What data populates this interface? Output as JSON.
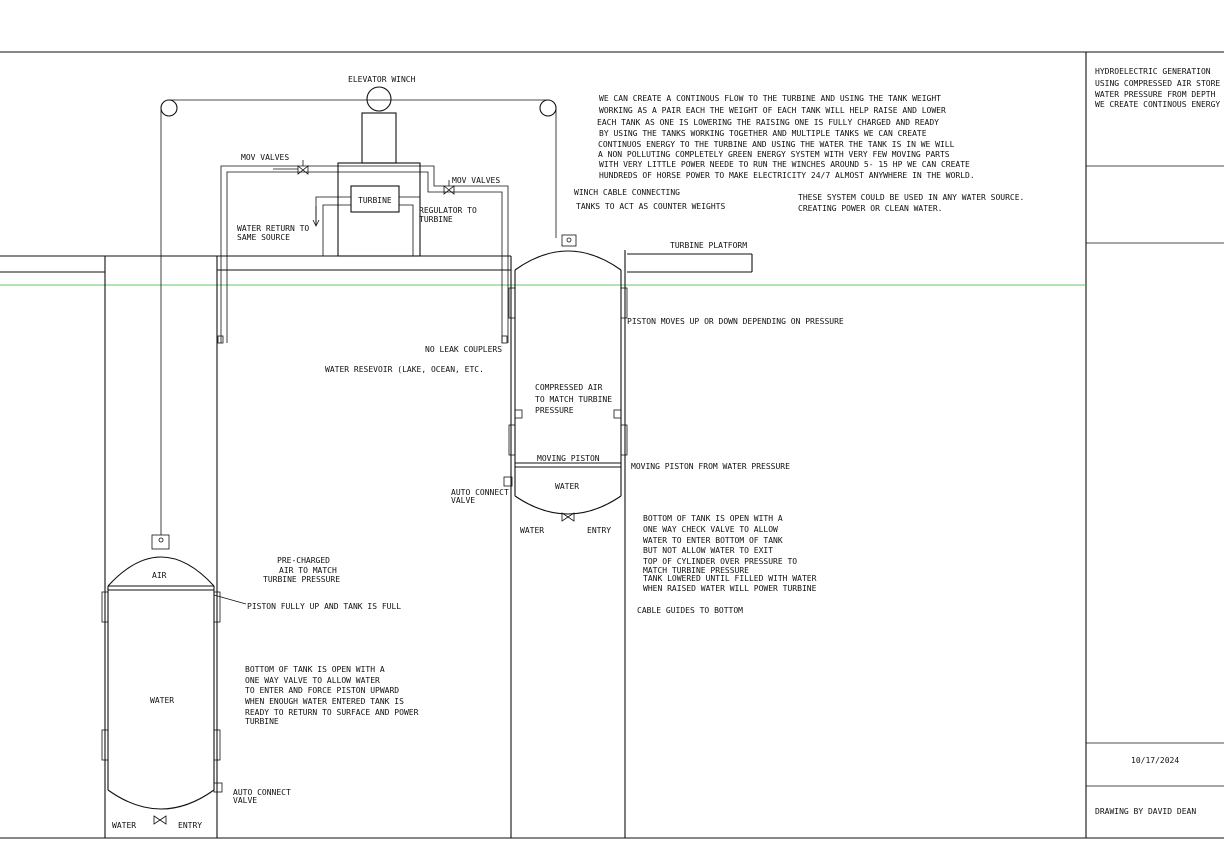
{
  "title_block": {
    "title_lines": [
      "HYDROELECTRIC GENERATION",
      "USING COMPRESSED AIR STORE",
      "WATER PRESSURE FROM DEPTH",
      "WE CREATE CONTINOUS ENERGY"
    ],
    "date": "10/17/2024",
    "drawn_by": "DRAWING BY DAVID DEAN"
  },
  "labels": {
    "elevator_winch": "ELEVATOR WINCH",
    "mov_valves_left": "MOV VALVES",
    "mov_valves_right": "MOV VALVES",
    "turbine": "TURBINE",
    "regulator": [
      "REGULATOR TO",
      "TURBINE"
    ],
    "water_return": [
      "WATER RETURN TO",
      "SAME SOURCE"
    ],
    "winch_cable": [
      "WINCH CABLE CONNECTING",
      "TANKS TO ACT AS COUNTER WEIGHTS"
    ],
    "turbine_platform": "TURBINE PLATFORM",
    "no_leak_couplers": "NO LEAK COUPLERS",
    "reservoir": "WATER RESEVOIR (LAKE, OCEAN, ETC.",
    "piston_moves": "PISTON MOVES UP OR DOWN DEPENDING ON PRESSURE",
    "compressed_air": [
      "COMPRESSED AIR",
      "TO MATCH TURBINE",
      "PRESSURE"
    ],
    "moving_piston": "MOVING PISTON",
    "moving_piston_from": "MOVING PISTON FROM WATER PRESSURE",
    "water_right": "WATER",
    "auto_connect_right": [
      "AUTO CONNECT",
      "VALVE"
    ],
    "water_entry_right": [
      "WATER",
      "ENTRY"
    ],
    "bottom_right_note": [
      "BOTTOM OF TANK IS OPEN WITH A",
      "ONE WAY CHECK VALVE TO ALLOW",
      "WATER TO ENTER BOTTOM OF TANK",
      "BUT NOT ALLOW WATER TO EXIT",
      "TOP OF CYLINDER OVER PRESSURE TO",
      "MATCH TURBINE PRESSURE",
      "TANK LOWERED UNTIL FILLED WITH WATER",
      "WHEN RAISED WATER WILL POWER TURBINE"
    ],
    "cable_guides": "CABLE GUIDES TO BOTTOM",
    "precharged": [
      "PRE-CHARGED",
      "AIR TO MATCH",
      "TURBINE PRESSURE"
    ],
    "air_left": "AIR",
    "piston_full": "PISTON FULLY UP AND TANK IS FULL",
    "water_left": "WATER",
    "bottom_left_note": [
      "BOTTOM OF TANK IS OPEN WITH A",
      "ONE WAY VALVE TO ALLOW WATER",
      "TO ENTER AND FORCE PISTON UPWARD",
      "WHEN ENOUGH WATER ENTERED TANK IS",
      "READY TO RETURN TO SURFACE AND POWER",
      "TURBINE"
    ],
    "auto_connect_left": [
      "AUTO CONNECT",
      "VALVE"
    ],
    "water_entry_left": [
      "WATER",
      "ENTRY"
    ],
    "top_note": [
      "WE CAN CREATE A CONTINOUS FLOW TO THE TURBINE AND USING THE TANK WEIGHT",
      "WORKING AS A PAIR EACH THE WEIGHT OF EACH TANK WILL HELP RAISE AND LOWER",
      "EACH TANK AS ONE IS LOWERING THE RAISING ONE IS FULLY CHARGED AND READY",
      "BY USING THE TANKS WORKING TOGETHER AND MULTIPLE TANKS WE CAN CREATE",
      "CONTINUOS ENERGY TO THE TURBINE AND USING THE WATER THE TANK IS IN WE WILL",
      "A NON POLLUTING COMPLETELY GREEN ENERGY SYSTEM WITH VERY FEW MOVING PARTS",
      "WITH VERY LITTLE POWER NEEDE TO RUN THE WINCHES AROUND 5- 15 HP WE CAN CREATE",
      "HUNDREDS OF HORSE POWER TO MAKE ELECTRICITY 24/7 ALMOST ANYWHERE IN THE WORLD."
    ],
    "side_note": [
      "THESE SYSTEM COULD BE USED IN ANY WATER SOURCE.",
      "CREATING POWER OR CLEAN WATER."
    ]
  }
}
